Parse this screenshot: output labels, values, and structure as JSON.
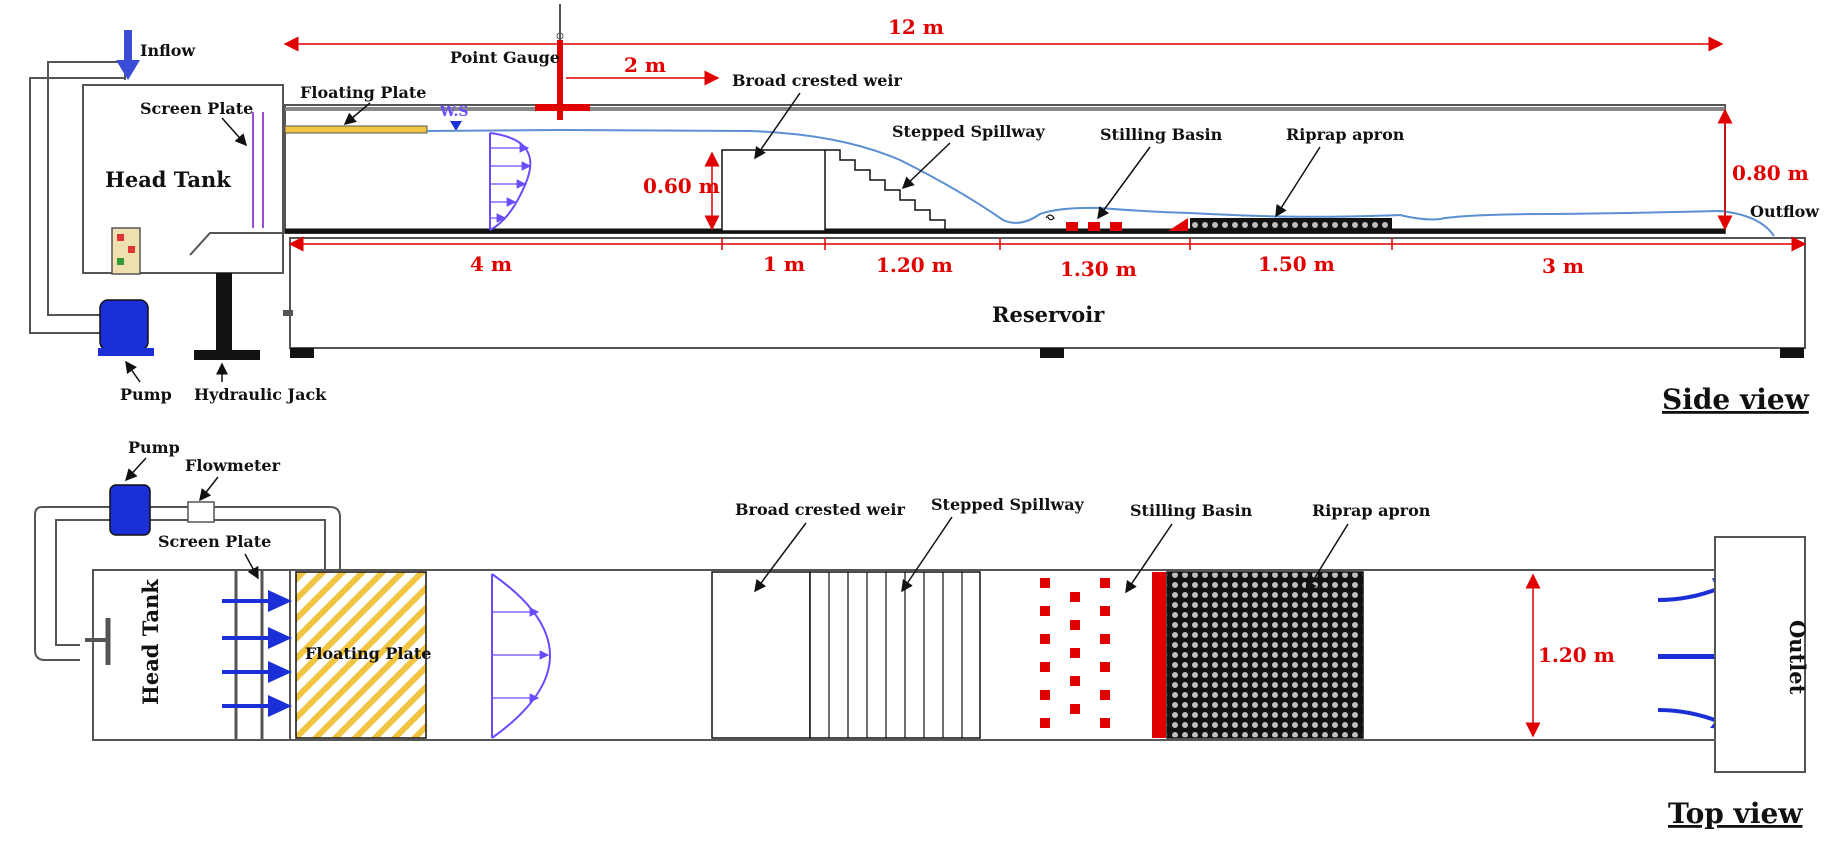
{
  "side": {
    "inflow": "Inflow",
    "point_gauge": "Point Gauge",
    "floating_plate": "Floating Plate",
    "screen_plate": "Screen Plate",
    "ws": "W.S",
    "head_tank": "Head Tank",
    "broad_crested_weir": "Broad crested weir",
    "stepped_spillway": "Stepped Spillway",
    "stilling_basin": "Stilling Basin",
    "riprap_apron": "Riprap apron",
    "outflow": "Outflow",
    "reservoir": "Reservoir",
    "pump": "Pump",
    "hydraulic_jack": "Hydraulic Jack",
    "view_title": "Side view",
    "dims": {
      "total": "12 m",
      "gauge": "2 m",
      "weir_height": "0.60 m",
      "flume_height": "0.80 m",
      "d4": "4 m",
      "d1": "1 m",
      "d120": "1.20 m",
      "d130": "1.30 m",
      "d150": "1.50 m",
      "d3": "3 m"
    }
  },
  "top": {
    "pump": "Pump",
    "flowmeter": "Flowmeter",
    "screen_plate": "Screen Plate",
    "head_tank": "Head Tank",
    "floating_plate": "Floating Plate",
    "broad_crested_weir": "Broad crested weir",
    "stepped_spillway": "Stepped Spillway",
    "stilling_basin": "Stilling Basin",
    "riprap_apron": "Riprap apron",
    "outlet": "Outlet",
    "width": "1.20 m",
    "view_title": "Top view"
  },
  "colors": {
    "dimension": "#e00000",
    "water": "#5b8fd1",
    "pump": "#1a2fd6",
    "velocity": "#6a4cff",
    "plate": "#f1c542",
    "block": "#e00000"
  }
}
